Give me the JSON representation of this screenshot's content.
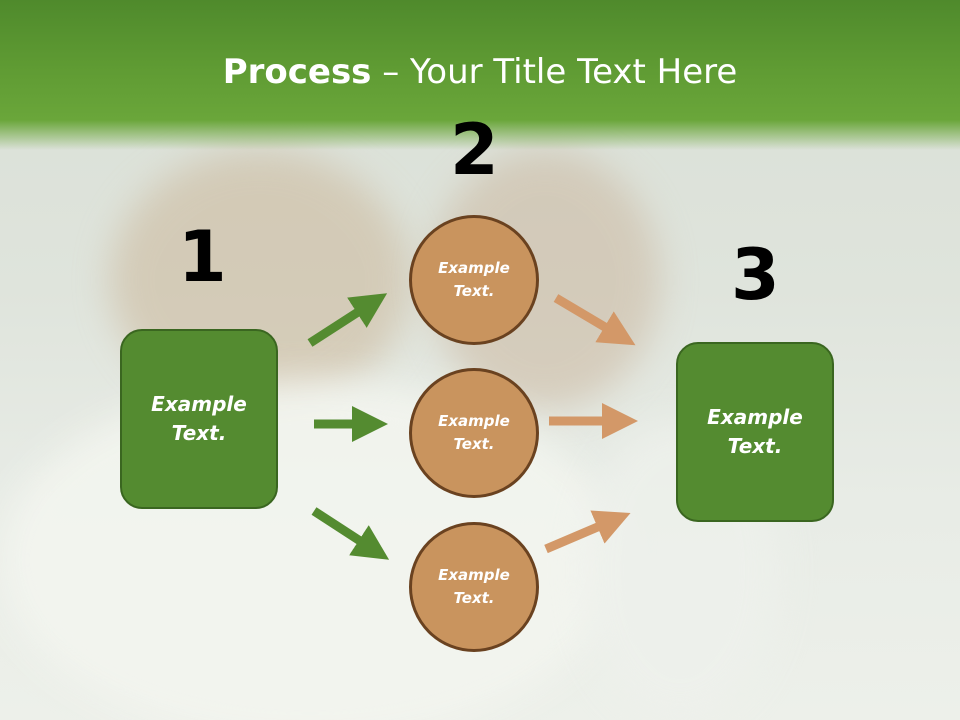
{
  "title": {
    "bold": "Process",
    "rest": " – Your Title Text Here"
  },
  "steps": {
    "n1": "1",
    "n2": "2",
    "n3": "3"
  },
  "box_left": {
    "line1": "Example",
    "line2": "Text."
  },
  "box_right": {
    "line1": "Example",
    "line2": "Text."
  },
  "circles": [
    {
      "line1": "Example",
      "line2": "Text."
    },
    {
      "line1": "Example",
      "line2": "Text."
    },
    {
      "line1": "Example",
      "line2": "Text."
    }
  ],
  "colors": {
    "green": "#548b30",
    "tan": "#c9945e",
    "header": "#5f9b33"
  }
}
